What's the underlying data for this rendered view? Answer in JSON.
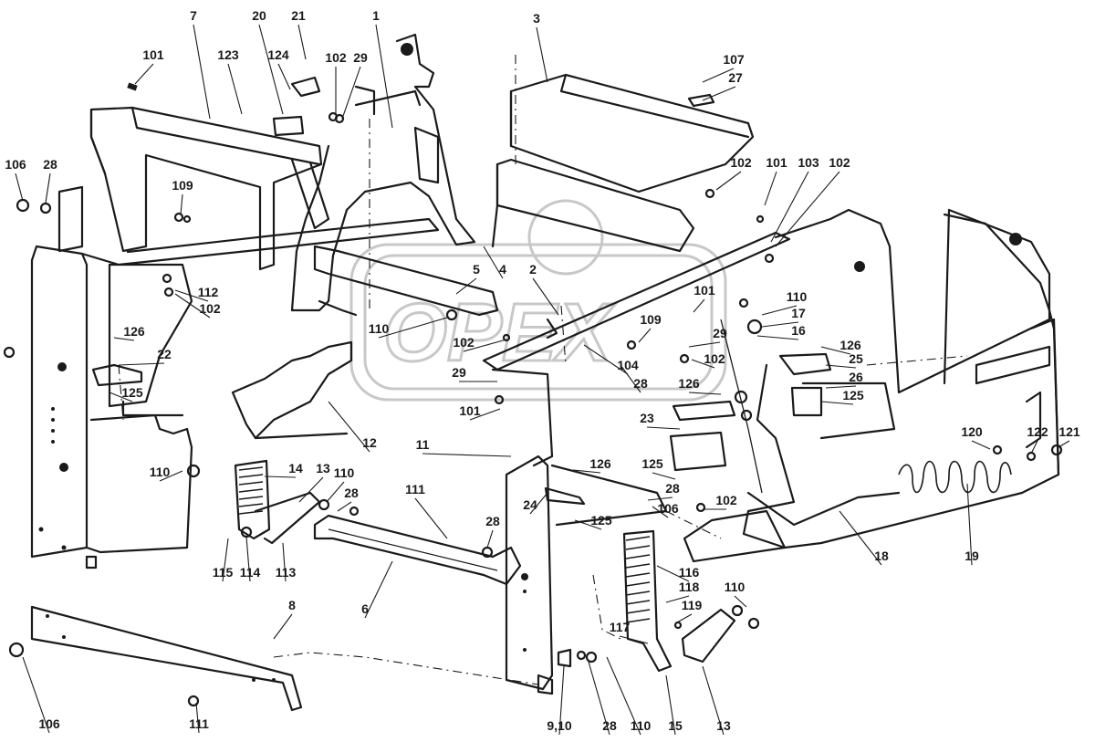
{
  "watermark": "ОРЕХ",
  "labels": [
    "7",
    "20",
    "21",
    "1",
    "3",
    "101",
    "123",
    "124",
    "102",
    "29",
    "107",
    "27",
    "106",
    "28",
    "109",
    "102",
    "101",
    "103",
    "102",
    "5",
    "4",
    "2",
    "101",
    "110",
    "102",
    "112",
    "102",
    "110",
    "109",
    "126",
    "17",
    "16",
    "126",
    "102",
    "29",
    "104",
    "28",
    "29",
    "101",
    "25",
    "26",
    "125",
    "22",
    "12",
    "126",
    "125",
    "11",
    "23",
    "110",
    "14",
    "13",
    "110",
    "28",
    "111",
    "126",
    "125",
    "24",
    "106",
    "102",
    "28",
    "120",
    "122",
    "121",
    "28",
    "115",
    "114",
    "113",
    "6",
    "125",
    "116",
    "118",
    "119",
    "110",
    "18",
    "19",
    "8",
    "117",
    "106",
    "111",
    "9,10",
    "28",
    "110",
    "15",
    "13"
  ]
}
